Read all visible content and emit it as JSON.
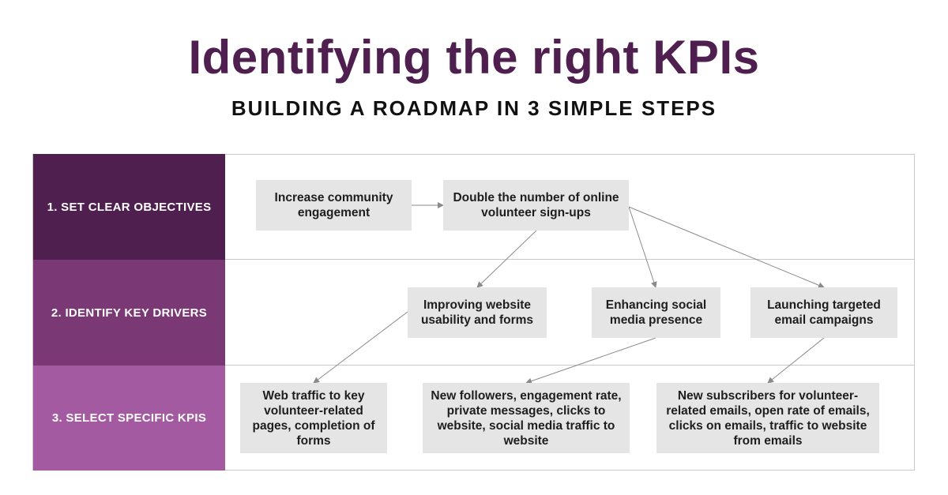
{
  "title": "Identifying the right KPIs",
  "subtitle": "BUILDING A ROADMAP IN 3 SIMPLE STEPS",
  "colors": {
    "title": "#4f1f4f",
    "row1": "#4f1f4f",
    "row2": "#7a3875",
    "row3": "#a45aa0",
    "node_fill": "#e5e5e5",
    "arrow": "#8a8a8a"
  },
  "rows": [
    {
      "label": "1. SET CLEAR OBJECTIVES"
    },
    {
      "label": "2. IDENTIFY KEY DRIVERS"
    },
    {
      "label": "3. SELECT SPECIFIC KPIS"
    }
  ],
  "nodes": {
    "objective_community": "Increase community engagement",
    "objective_signups": "Double the number of online volunteer sign-ups",
    "driver_website": "Improving website usability and forms",
    "driver_social": "Enhancing social media presence",
    "driver_email": "Launching targeted email campaigns",
    "kpi_web": "Web traffic to key volunteer-related pages, completion of forms",
    "kpi_social": "New followers, engagement rate, private messages, clicks to website, social media traffic to website",
    "kpi_email": "New subscribers for volunteer-related emails, open rate of emails, clicks on emails, traffic to website from emails"
  },
  "edges": [
    {
      "from": "objective_community",
      "to": "objective_signups"
    },
    {
      "from": "objective_signups",
      "to": "driver_website"
    },
    {
      "from": "objective_signups",
      "to": "driver_social"
    },
    {
      "from": "objective_signups",
      "to": "driver_email"
    },
    {
      "from": "driver_website",
      "to": "kpi_web"
    },
    {
      "from": "driver_social",
      "to": "kpi_social"
    },
    {
      "from": "driver_email",
      "to": "kpi_email"
    }
  ]
}
